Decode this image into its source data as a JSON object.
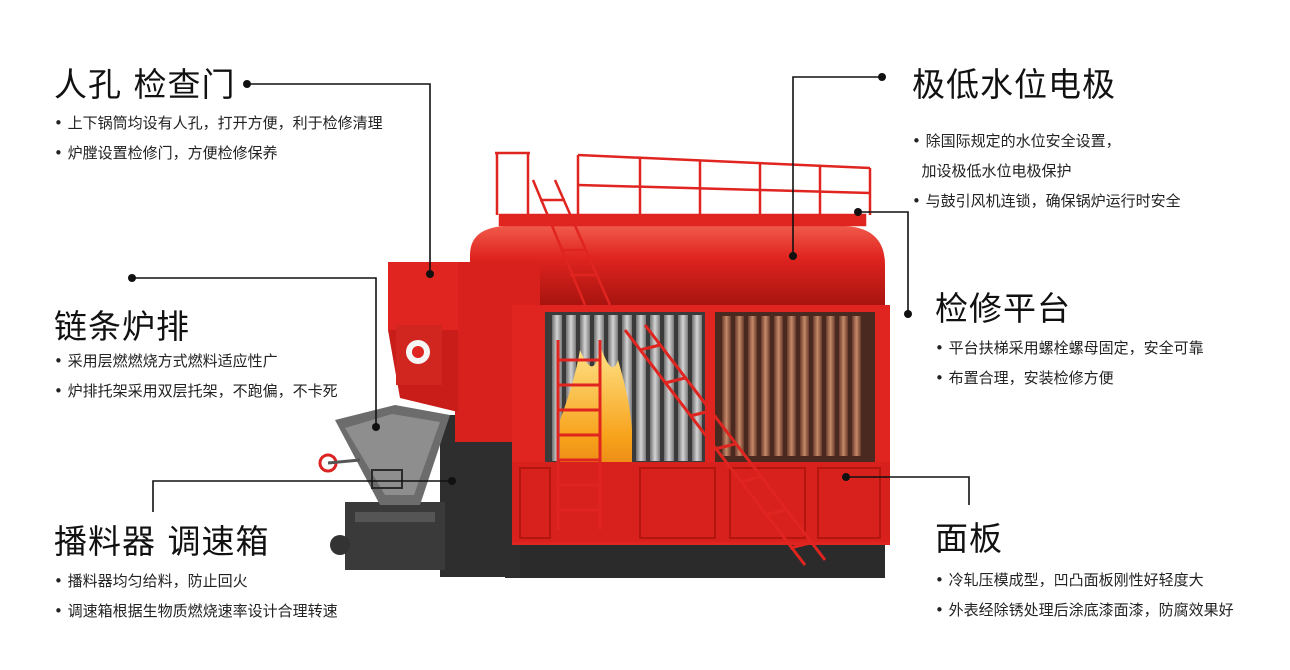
{
  "callouts": [
    {
      "id": "manhole",
      "title": "人孔 检查门",
      "bullets": [
        "上下锅筒均设有人孔，打开方便，利于检修清理",
        "炉膛设置检修门，方便检修保养"
      ]
    },
    {
      "id": "chain-grate",
      "title": "链条炉排",
      "bullets": [
        "采用层燃燃烧方式燃料适应性广",
        "炉排托架采用双层托架，不跑偏，不卡死"
      ]
    },
    {
      "id": "feeder",
      "title": "播料器 调速箱",
      "bullets": [
        "播料器均匀给料，防止回火",
        "调速箱根据生物质燃烧速率设计合理转速"
      ]
    },
    {
      "id": "low-water",
      "title": "极低水位电极",
      "bullets": [
        "除国际规定的水位安全设置，",
        "加设极低水位电极保护",
        "与鼓引风机连锁，确保锅炉运行时安全"
      ]
    },
    {
      "id": "platform",
      "title": "检修平台",
      "bullets": [
        "平台扶梯采用螺栓螺母固定，安全可靠",
        "布置合理，安装检修方便"
      ]
    },
    {
      "id": "panel",
      "title": "面板",
      "bullets": [
        "冷轧压模成型，凹凸面板刚性好轻度大",
        "外表经除锈处理后涂底漆面漆，防腐效果好"
      ]
    }
  ],
  "colors": {
    "boiler_red": "#e0241f",
    "boiler_dark_red": "#a8140f",
    "frame_dark": "#2b2b2b",
    "flame": "#f7a21b",
    "tube_gray": "#9c9c9c",
    "line": "#111111"
  }
}
